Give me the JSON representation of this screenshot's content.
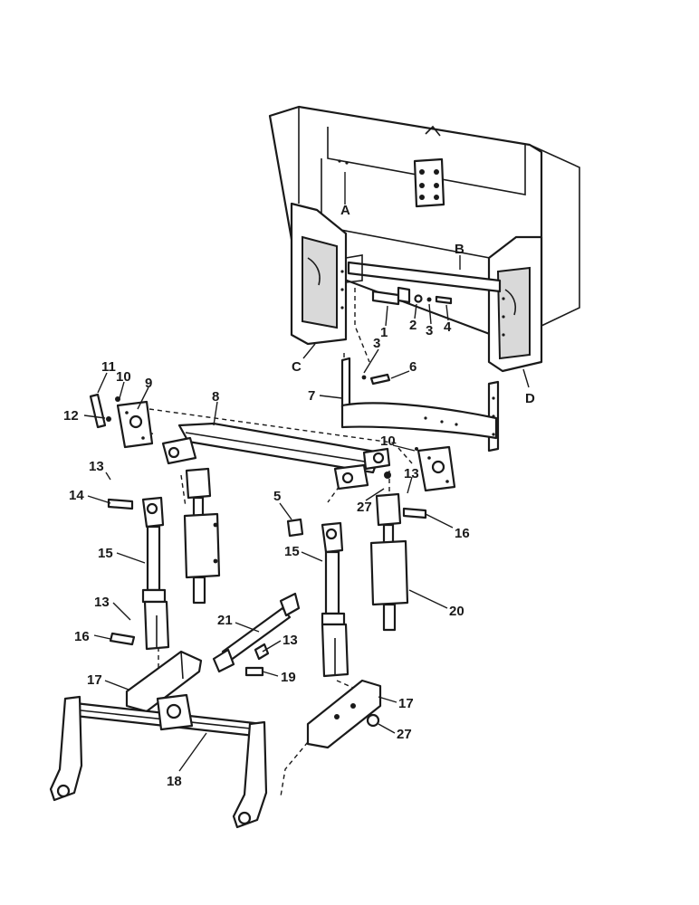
{
  "labels": [
    {
      "id": "A",
      "text": "A"
    },
    {
      "id": "B",
      "text": "B"
    },
    {
      "id": "C",
      "text": "C"
    },
    {
      "id": "D",
      "text": "D"
    },
    {
      "id": "p1",
      "text": "1"
    },
    {
      "id": "p2",
      "text": "2"
    },
    {
      "id": "p3a",
      "text": "3"
    },
    {
      "id": "p4",
      "text": "4"
    },
    {
      "id": "p3b",
      "text": "3"
    },
    {
      "id": "p6",
      "text": "6"
    },
    {
      "id": "p7",
      "text": "7"
    },
    {
      "id": "p8",
      "text": "8"
    },
    {
      "id": "p9",
      "text": "9"
    },
    {
      "id": "p10a",
      "text": "10"
    },
    {
      "id": "p11",
      "text": "11"
    },
    {
      "id": "p12",
      "text": "12"
    },
    {
      "id": "p10b",
      "text": "10"
    },
    {
      "id": "p13a",
      "text": "13"
    },
    {
      "id": "p14",
      "text": "14"
    },
    {
      "id": "p5",
      "text": "5"
    },
    {
      "id": "p27a",
      "text": "27"
    },
    {
      "id": "p13b",
      "text": "13"
    },
    {
      "id": "p16a",
      "text": "16"
    },
    {
      "id": "p15a",
      "text": "15"
    },
    {
      "id": "p15b",
      "text": "15"
    },
    {
      "id": "p20",
      "text": "20"
    },
    {
      "id": "p13c",
      "text": "13"
    },
    {
      "id": "p21",
      "text": "21"
    },
    {
      "id": "p16b",
      "text": "16"
    },
    {
      "id": "p13d",
      "text": "13"
    },
    {
      "id": "p19",
      "text": "19"
    },
    {
      "id": "p17a",
      "text": "17"
    },
    {
      "id": "p17b",
      "text": "17"
    },
    {
      "id": "p27b",
      "text": "27"
    },
    {
      "id": "p18",
      "text": "18"
    }
  ]
}
